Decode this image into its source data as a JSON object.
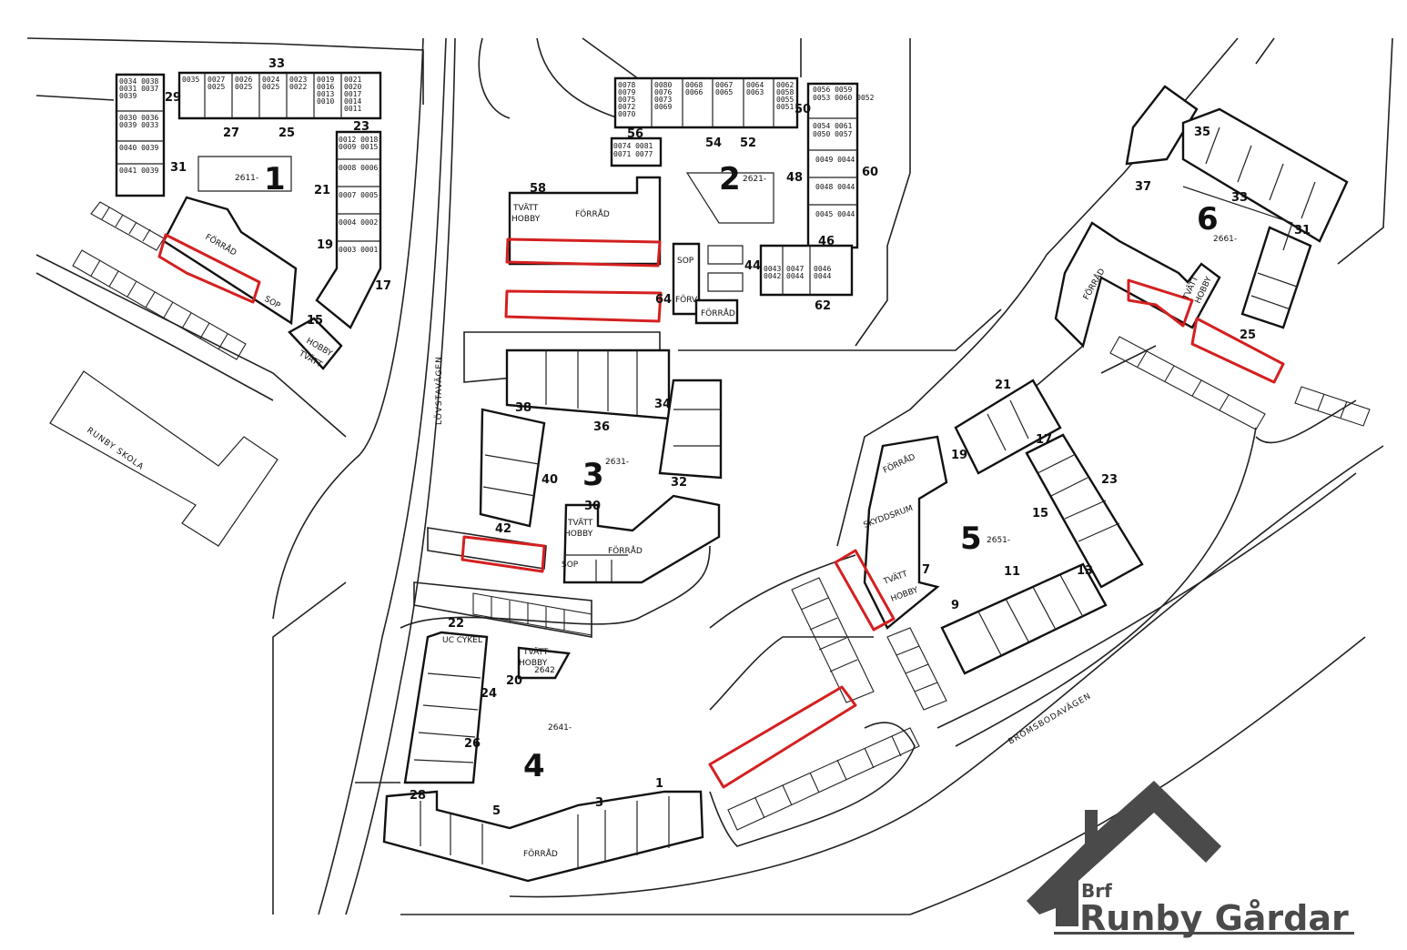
{
  "map": {
    "blocks": [
      "1",
      "2",
      "3",
      "4",
      "5",
      "6"
    ],
    "lots": [
      "2611-",
      "2621-",
      "2631-",
      "2641-",
      "2651-",
      "2661-",
      "2642"
    ],
    "entrances_block1": [
      "33",
      "29",
      "27",
      "25",
      "23",
      "31",
      "21",
      "19",
      "17",
      "15"
    ],
    "entrances_block2": [
      "58",
      "56",
      "54",
      "52",
      "50",
      "48",
      "60",
      "46",
      "44",
      "64",
      "62"
    ],
    "entrances_block3": [
      "38",
      "36",
      "34",
      "40",
      "32",
      "30",
      "42"
    ],
    "entrances_block4": [
      "22",
      "20",
      "24",
      "26",
      "28",
      "5",
      "3",
      "1"
    ],
    "entrances_block5": [
      "21",
      "19",
      "17",
      "23",
      "15",
      "11",
      "13",
      "9",
      "7"
    ],
    "entrances_block6": [
      "37",
      "35",
      "33",
      "31",
      "25"
    ],
    "buildings": [
      "FÖRRÅD",
      "SOP",
      "HOBBY",
      "TVÄTT",
      "TVÄTT",
      "HOBBY",
      "FÖRRÅD",
      "SOP",
      "FÖRV",
      "FÖRRÅD",
      "TVÄTT",
      "HOBBY",
      "FÖRRÅD",
      "SOP",
      "UC CYKEL",
      "TVÄTT",
      "HOBBY",
      "FÖRRÅD",
      "FÖRRÅD",
      "SKYDDSRUM",
      "TVÄTT",
      "HOBBY",
      "FÖRRÅD",
      "TVÄTT",
      "HOBBY"
    ],
    "streets": [
      "LÖVSTAVÄGEN",
      "RUNBY SKOLA",
      "BROMSBODAVÄGEN"
    ],
    "units_block1": [
      "0034 0038",
      "0031 0037",
      "0039",
      "0035",
      "0027 0025",
      "0026 0025",
      "0024 0025",
      "0023 0022",
      "0019 0016 0013 0010",
      "0021 0020 0017 0014 0011",
      "0030 0036",
      "0039 0033",
      "0040 0039",
      "0041 0039",
      "0012 0018",
      "0009 0015",
      "0008 0006",
      "0007 0005",
      "0004 0002",
      "0003 0001"
    ],
    "units_block2": [
      "0078 0079 0075 0072 0070",
      "0080 0076 0073 0069",
      "0068 0066",
      "0067 0065",
      "0064 0063",
      "0062 0058 0055 0051",
      "0056 0059",
      "0053 0060 0052",
      "0074 0081",
      "0071 0077",
      "0054 0061",
      "0050 0057",
      "0049 0044",
      "0048 0044",
      "0045 0044",
      "0043 0042",
      "0047 0044",
      "0046 0044"
    ]
  },
  "logo": {
    "prefix": "Brf",
    "name": "Runby Gårdar",
    "color": "#4a4a4a"
  },
  "highlight_color": "#d42020"
}
